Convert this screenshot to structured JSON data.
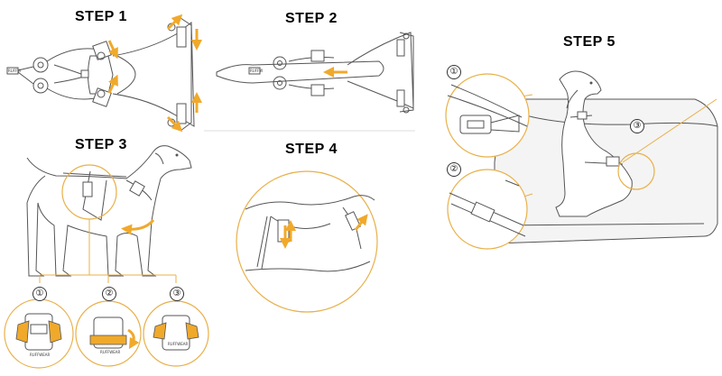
{
  "steps": {
    "step1": {
      "title": "STEP 1"
    },
    "step2": {
      "title": "STEP 2"
    },
    "step3": {
      "title": "STEP 3",
      "subs": [
        "①",
        "②",
        "③"
      ]
    },
    "step4": {
      "title": "STEP 4"
    },
    "step5": {
      "title": "STEP 5",
      "subs": [
        "①",
        "②",
        "③"
      ]
    }
  },
  "colors": {
    "accent": "#F0A92B",
    "line": "#555555",
    "circle": "#E8B04A",
    "seat_fill": "#f4f4f4"
  },
  "icons": [
    "arrow-icon",
    "buckle-icon",
    "dog-illustration",
    "harness-illustration",
    "seat-illustration"
  ]
}
